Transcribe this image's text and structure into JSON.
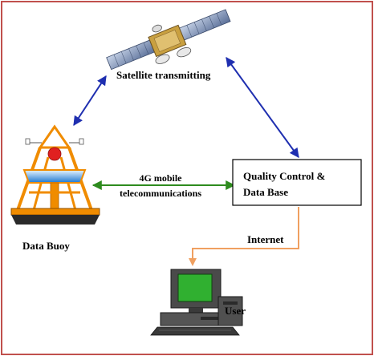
{
  "diagram": {
    "satellite_label": "Satellite transmitting",
    "buoy_label": "Data Buoy",
    "link_label_line1": "4G mobile",
    "link_label_line2": "telecommunications",
    "qc_label_line1": "Quality Control &",
    "qc_label_line2": "Data Base",
    "internet_label": "Internet",
    "user_label": "User"
  },
  "colors": {
    "border": "#c0504d",
    "satellite_link": "#1f2fb0",
    "mobile_link": "#2e8b1e",
    "internet_link": "#f0a060",
    "buoy_orange": "#f08c00"
  },
  "icons": [
    "satellite-icon",
    "data-buoy-icon",
    "computer-icon"
  ]
}
